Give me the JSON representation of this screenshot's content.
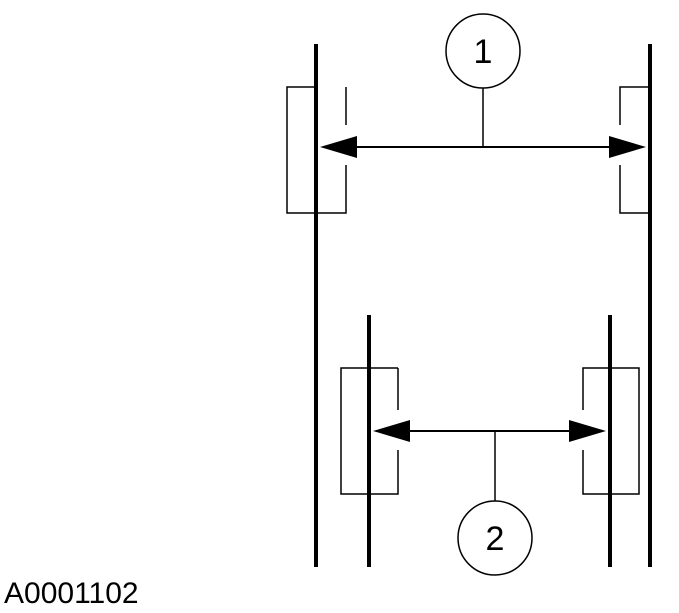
{
  "figure_id": "A0001102",
  "callouts": [
    {
      "label": "1"
    },
    {
      "label": "2"
    }
  ],
  "colors": {
    "line": "#000000",
    "background": "#ffffff"
  }
}
